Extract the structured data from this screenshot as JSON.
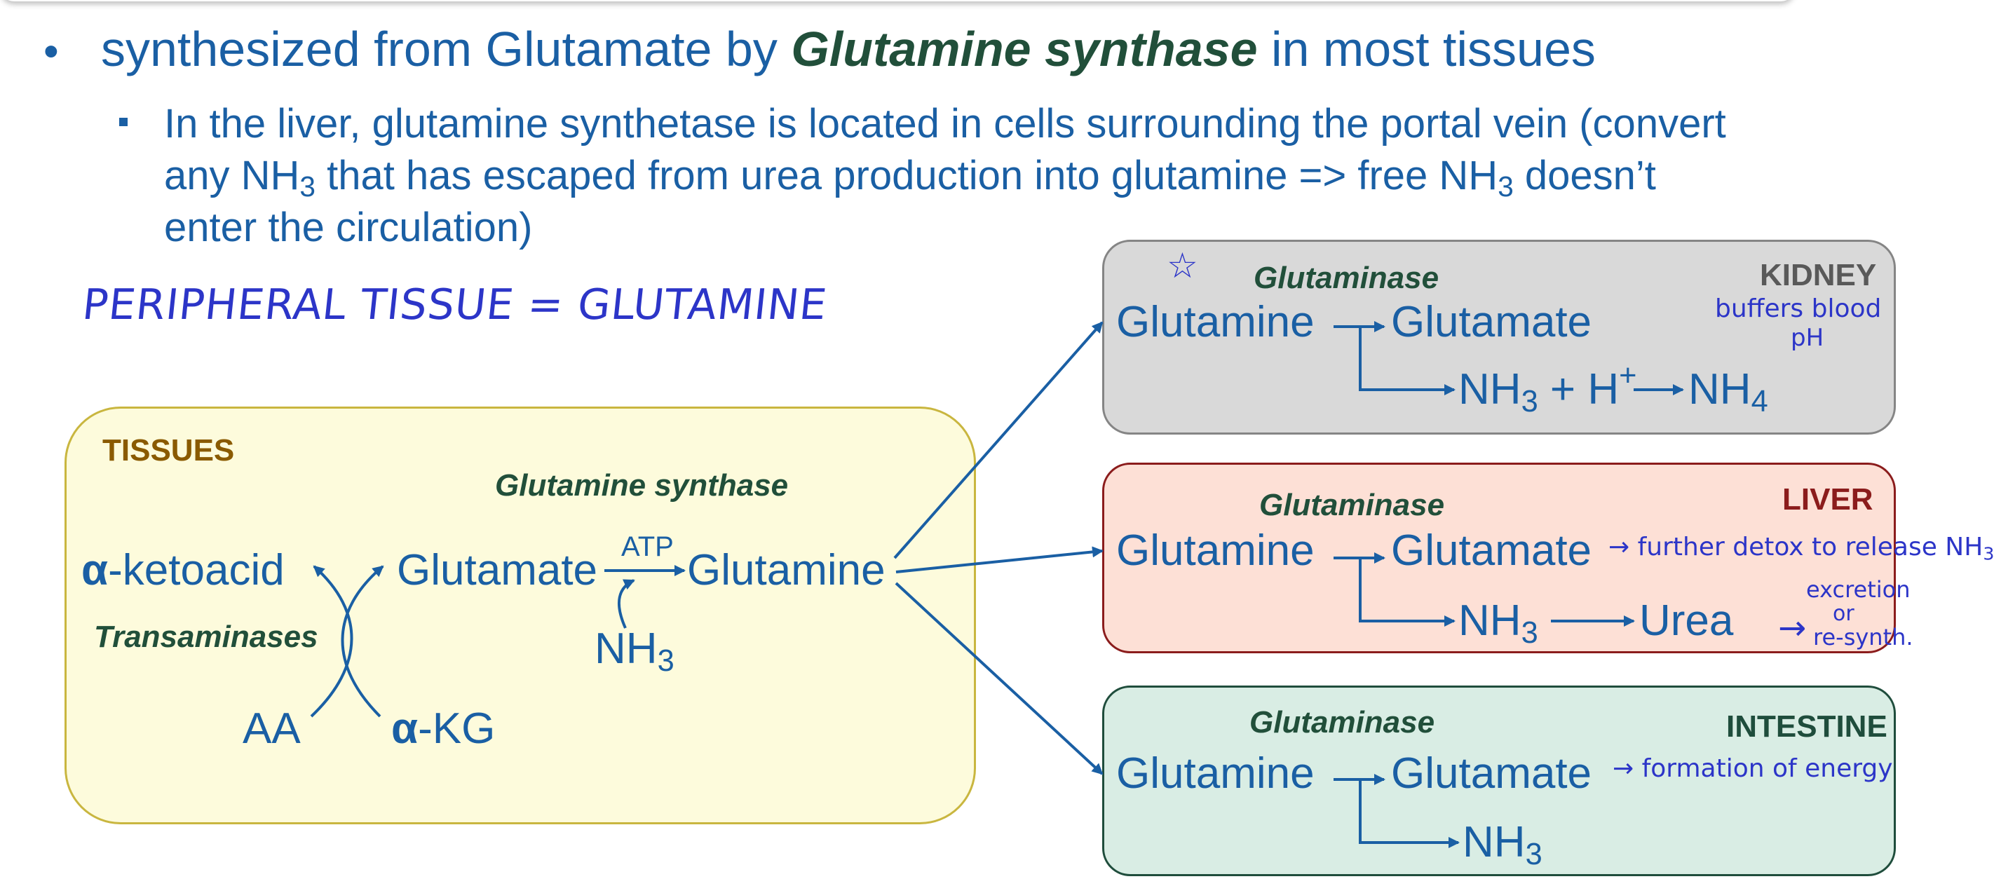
{
  "bullets": {
    "main": {
      "before": "synthesized from Glutamate by ",
      "highlight": "Glutamine synthase",
      "after": " in most tissues"
    },
    "sub": {
      "line1": "In the liver, glutamine synthetase is located in cells surrounding the portal vein (convert",
      "line2_a": "any NH",
      "line2_b": " that has escaped from urea production into glutamine => free NH",
      "line2_c": " doesn’t",
      "line3": "enter the circulation)",
      "sub3": "3"
    }
  },
  "handwritten": {
    "peripheral": "PERIPHERAL TISSUE = GLUTAMINE",
    "kidney_note_1": "buffers blood",
    "kidney_note_2": "pH",
    "liver_note_1": "→ further detox to release NH",
    "liver_note_1_sub": "3",
    "liver_note_2": "excretion",
    "liver_note_3": "or",
    "liver_note_4": "re-synth.",
    "liver_urea_arrow": "→",
    "intestine_note": "→ formation of energy",
    "star": "☆"
  },
  "tissues": {
    "label": "TISSUES",
    "enzyme_synthase": "Glutamine synthase",
    "enzyme_transaminases": "Transaminases",
    "alpha": "α",
    "ketoacid": "-ketoacid",
    "glutamate": "Glutamate",
    "atp": "ATP",
    "glutamine": "Glutamine",
    "nh": "NH",
    "sub3": "3",
    "aa": "AA",
    "kg": "-KG"
  },
  "kidney": {
    "label": "KIDNEY",
    "enzyme": "Glutaminase",
    "glutamine": "Glutamine",
    "glutamate": "Glutamate",
    "nh": "NH",
    "sub3": "3",
    "plus_h": " + H",
    "sup_plus": "+",
    "nh4": "NH",
    "sub4": "4"
  },
  "liver": {
    "label": "LIVER",
    "enzyme": "Glutaminase",
    "glutamine": "Glutamine",
    "glutamate": "Glutamate",
    "nh": "NH",
    "sub3": "3",
    "urea": "Urea"
  },
  "intestine": {
    "label": "INTESTINE",
    "enzyme": "Glutaminase",
    "glutamine": "Glutamine",
    "glutamate": "Glutamate",
    "nh": "NH",
    "sub3": "3"
  },
  "colors": {
    "text_blue": "#1a5fa4",
    "enzyme_green": "#214f3a",
    "tissues_label": "#8a5a00",
    "kidney_label": "#595959",
    "liver_label": "#8b1c1c",
    "intestine_label": "#1f4d3c",
    "handwriting": "#2c35c8"
  }
}
